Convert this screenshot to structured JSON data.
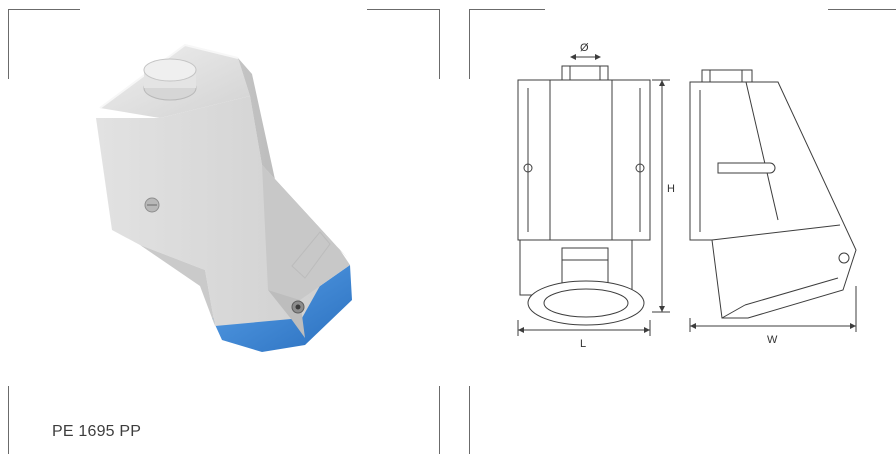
{
  "product": {
    "code": "PE 1695 PP",
    "housing_color": "#d9d9d9",
    "socket_color": "#3a86d6"
  },
  "drawing": {
    "diameter_label": "Ø",
    "height_label": "H",
    "length_label": "L",
    "width_label": "W"
  }
}
